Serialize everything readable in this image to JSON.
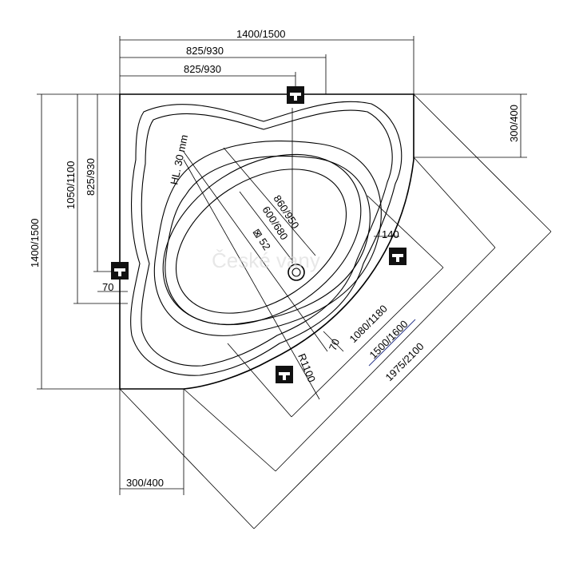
{
  "dims": {
    "top_overall": "1400/1500",
    "top_mid": "825/930",
    "top_inner": "825/930",
    "right_side": "300/400",
    "left_overall": "1400/1500",
    "left_mid": "1050/1100",
    "left_inner": "825/930",
    "left_offset": "70",
    "bottom_side": "300/400",
    "depth": "HL. 30 mm",
    "inner_long_outer": "860/950",
    "inner_long_inner": "600/680",
    "drain": "⊠ 52",
    "spacing_right": "140",
    "spacing_70": "70",
    "radius": "R1100",
    "diag_1": "1080/1180",
    "diag_2": "1500/1600",
    "diag_3": "1975/2100"
  },
  "watermark": "České vany",
  "icons": [
    "faucet-icon-top",
    "faucet-icon-left",
    "faucet-icon-right",
    "faucet-icon-bottom",
    "drain-icon"
  ]
}
